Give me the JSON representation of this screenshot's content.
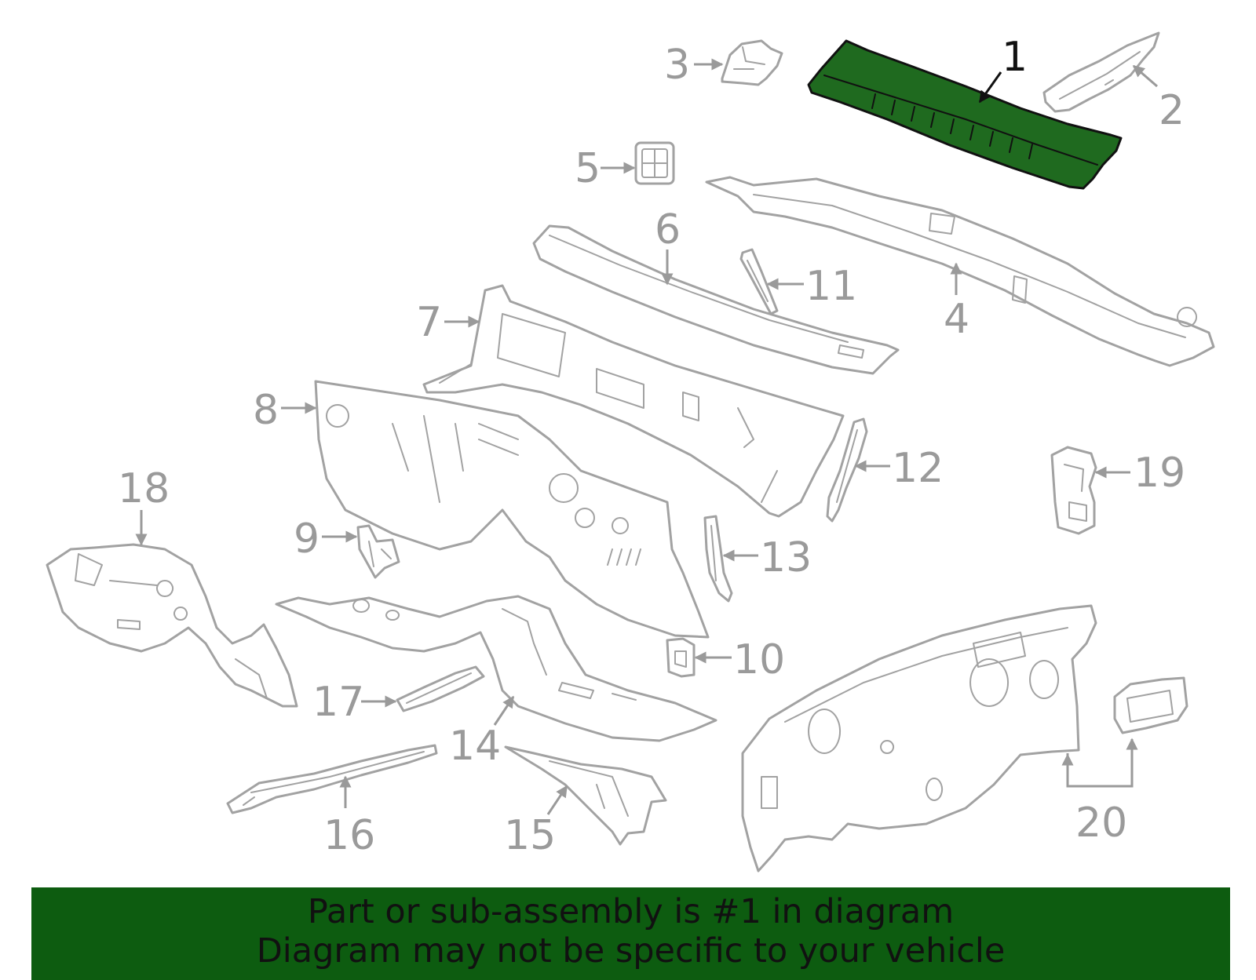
{
  "colors": {
    "highlight_fill": "#1f6a1f",
    "line": "#a2a2a2",
    "label": "#9a9a9a",
    "highlight_label": "#111111",
    "banner_bg": "#0d5c10",
    "banner_text": "#111111"
  },
  "callouts": {
    "c1": "1",
    "c2": "2",
    "c3": "3",
    "c4": "4",
    "c5": "5",
    "c6": "6",
    "c7": "7",
    "c8": "8",
    "c9": "9",
    "c10": "10",
    "c11": "11",
    "c12": "12",
    "c13": "13",
    "c14": "14",
    "c15": "15",
    "c16": "16",
    "c17": "17",
    "c18": "18",
    "c19": "19",
    "c20": "20"
  },
  "banner": {
    "line1": "Part or sub-assembly is #1 in diagram",
    "line2": "Diagram may not be specific to your vehicle"
  }
}
